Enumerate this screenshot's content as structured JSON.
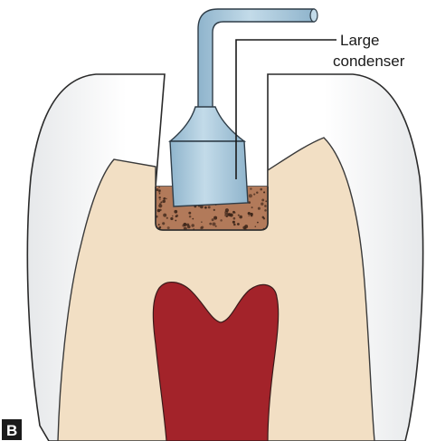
{
  "figure": {
    "annotation": {
      "line1": "Large",
      "line2": "condenser"
    },
    "panel_label": "B",
    "colors": {
      "enamel": "#ffffff",
      "enamel_outline": "#2a2a2a",
      "dentin": "#f2dfc4",
      "pulp": "#a3232a",
      "amalgam": "#b27a5a",
      "amalgam_speckle": "#3a2418",
      "condenser": "#a9c8dc",
      "condenser_outline": "#2f3d48",
      "panel_badge": "#1a1a1a"
    }
  }
}
